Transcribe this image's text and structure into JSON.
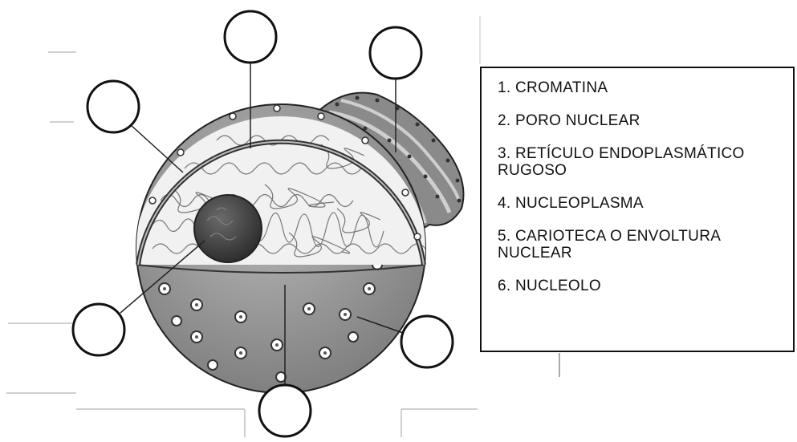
{
  "legend": {
    "items": [
      {
        "label": "1. CROMATINA"
      },
      {
        "label": "2. PORO NUCLEAR"
      },
      {
        "label": "3. RETÍCULO ENDOPLASMÁTICO RUGOSO"
      },
      {
        "label": "4. NUCLEOPLASMA"
      },
      {
        "label": "5. CARIOTECA O ENVOLTURA NUCLEAR"
      },
      {
        "label": "6. NUCLEOLO"
      }
    ]
  },
  "colors": {
    "outline": "#111111",
    "nucleoplasm": "#f1f1f1",
    "lower_hemisphere": "#9a9a9a",
    "nucleolus": "#4a4a4a",
    "reticulum": "#7c7c7c"
  }
}
